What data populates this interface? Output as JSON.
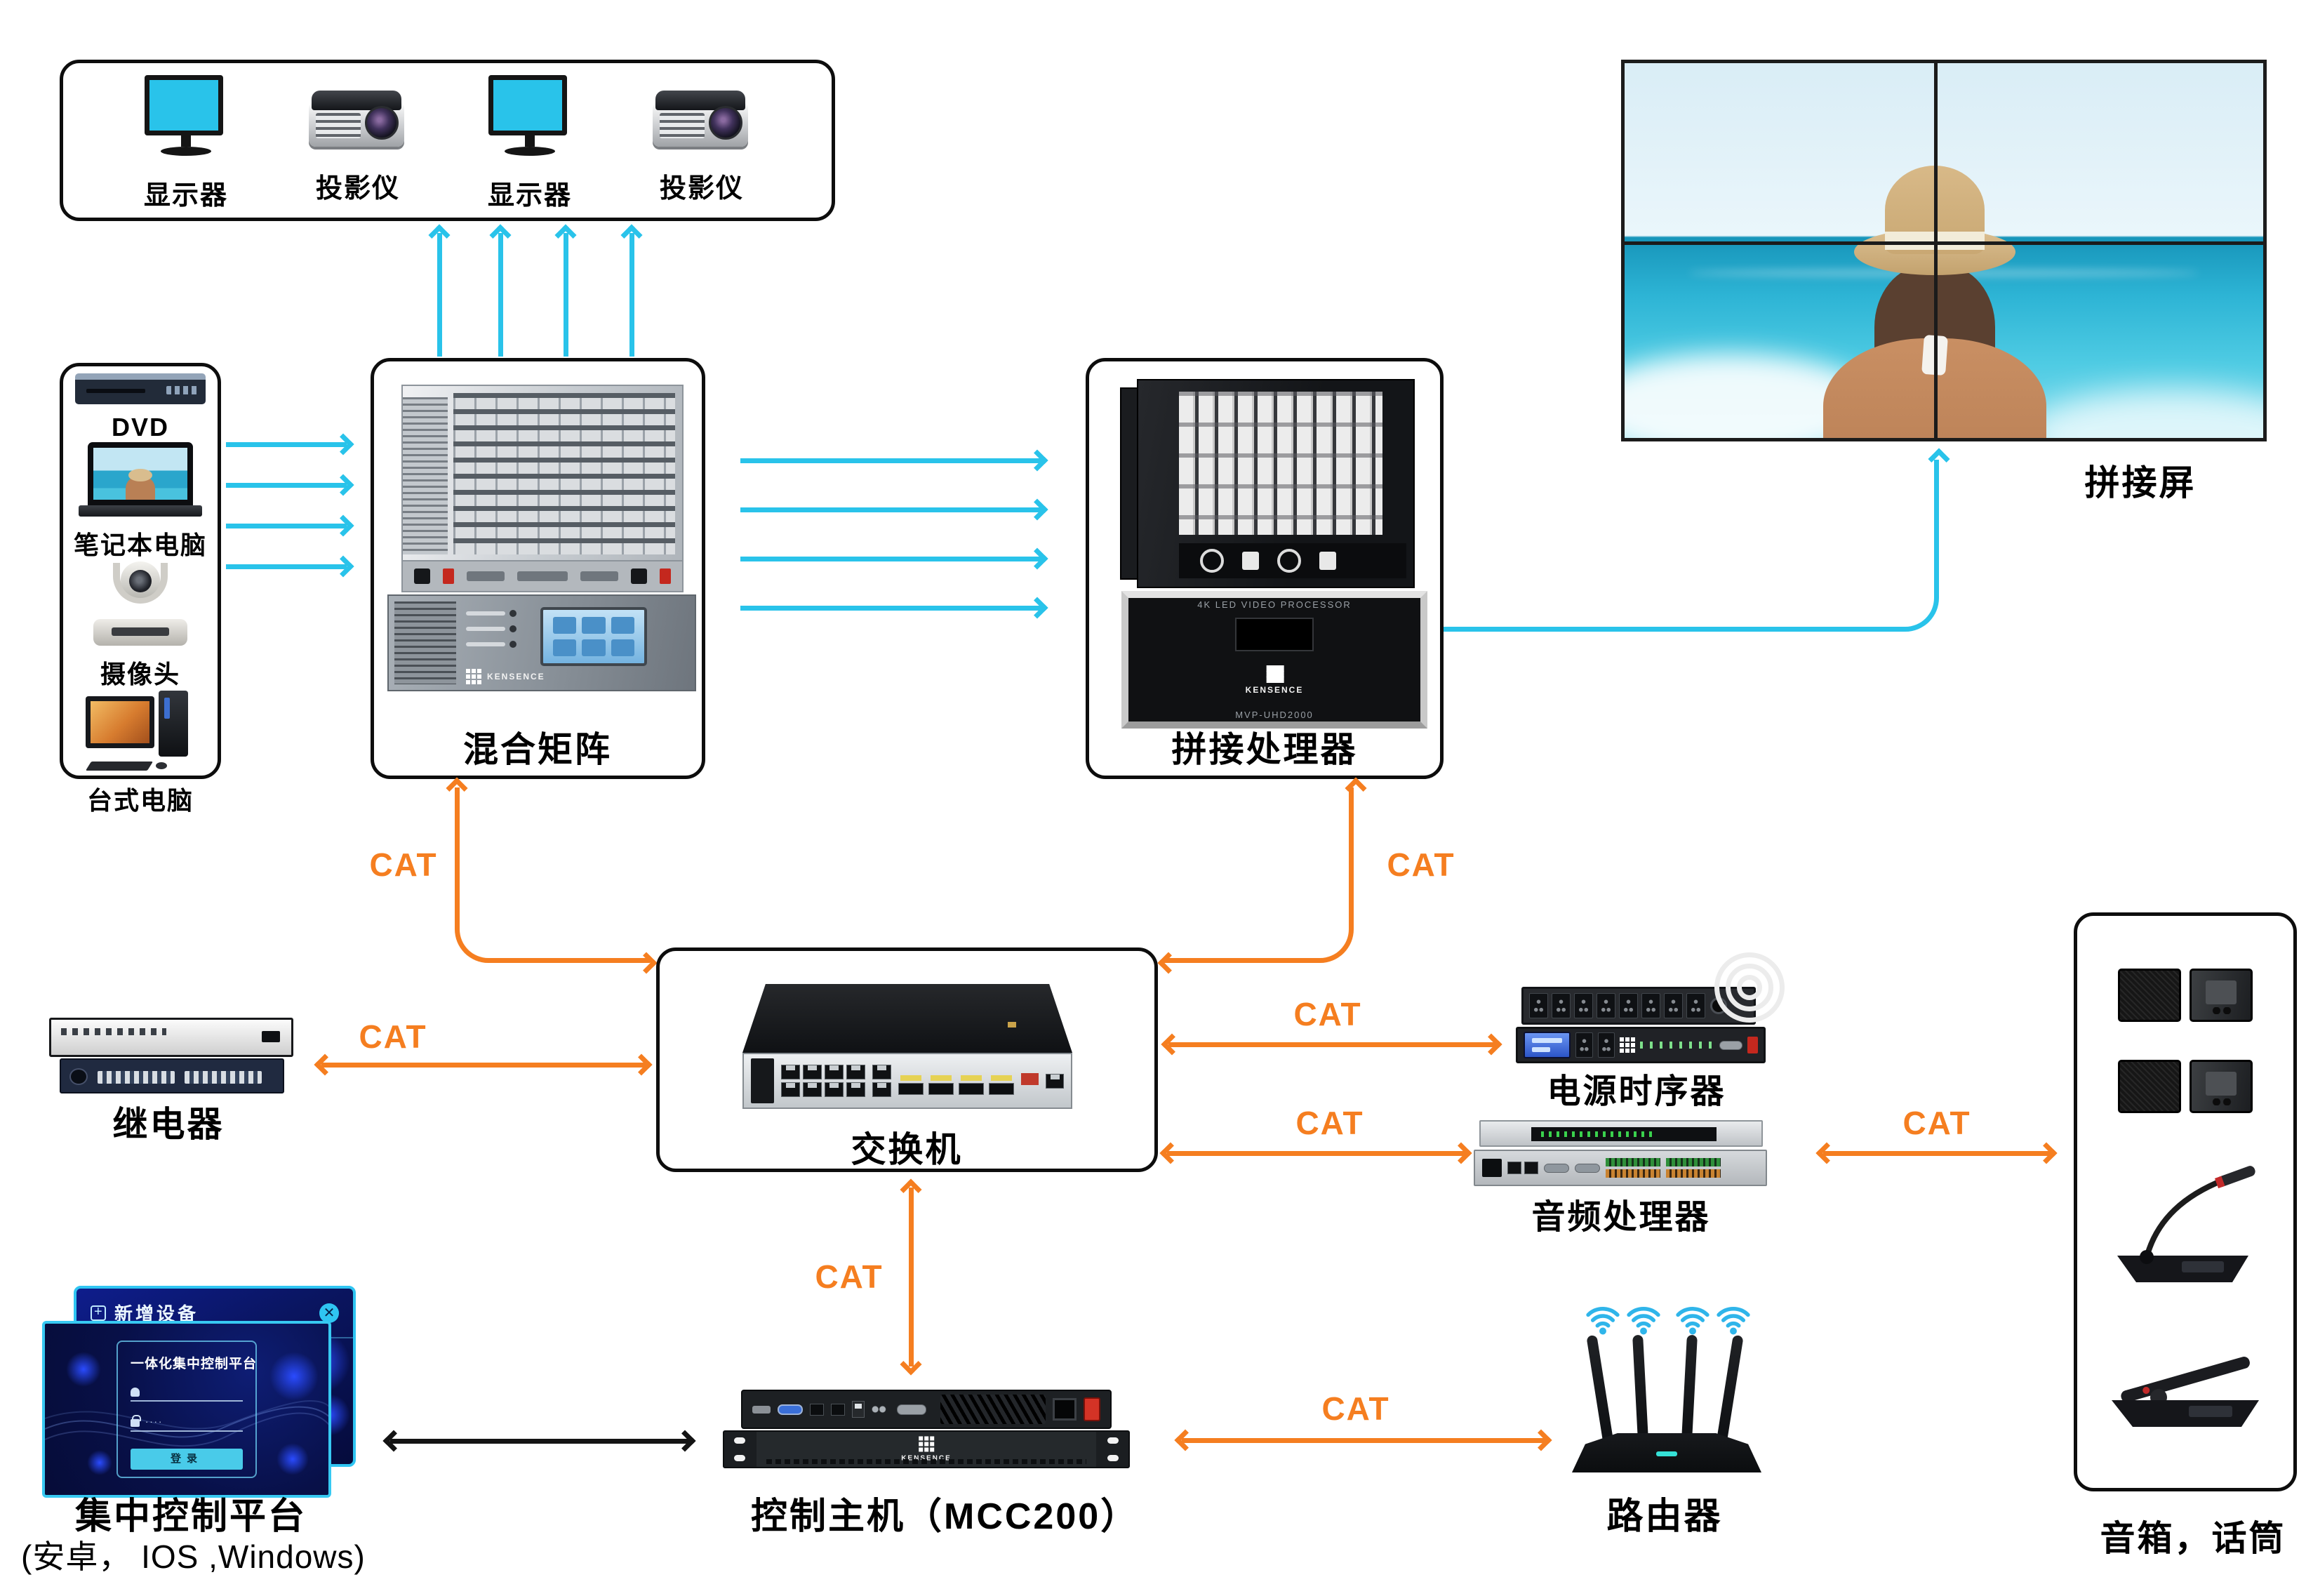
{
  "labels": {
    "cat": "CAT"
  },
  "colors": {
    "cyan": "#29C3EA",
    "orange": "#F57E20",
    "black": "#111111"
  },
  "top_box": {
    "items": [
      {
        "label": "显示器"
      },
      {
        "label": "投影仪"
      },
      {
        "label": "显示器"
      },
      {
        "label": "投影仪"
      }
    ]
  },
  "source_box": {
    "items": [
      {
        "label": "DVD"
      },
      {
        "label": "笔记本电脑"
      },
      {
        "label": "摄像头"
      },
      {
        "label": "台式电脑"
      }
    ]
  },
  "nodes": {
    "matrix": {
      "label": "混合矩阵"
    },
    "processor": {
      "label": "拼接处理器",
      "top_text": "4K LED VIDEO PROCESSOR",
      "bottom_text": "MVP-UHD2000"
    },
    "video_wall": {
      "label": "拼接屏"
    },
    "relay": {
      "label": "继电器"
    },
    "switch": {
      "label": "交换机"
    },
    "power_sequencer": {
      "label": "电源时序器"
    },
    "audio_processor": {
      "label": "音频处理器"
    },
    "speakers": {
      "label": "音箱，话筒"
    },
    "platform": {
      "label": "集中控制平台",
      "sublabel": "(安卓， IOS ,Windows)"
    },
    "host": {
      "label": "控制主机（MCC200）"
    },
    "router": {
      "label": "路由器"
    }
  },
  "platform_ui": {
    "back_title": "新增设备",
    "close_glyph": "✕",
    "login_title": "一体化集中控制平台",
    "password_mask": "····",
    "login_button": "登录"
  },
  "device_brand": "KENSENCE"
}
